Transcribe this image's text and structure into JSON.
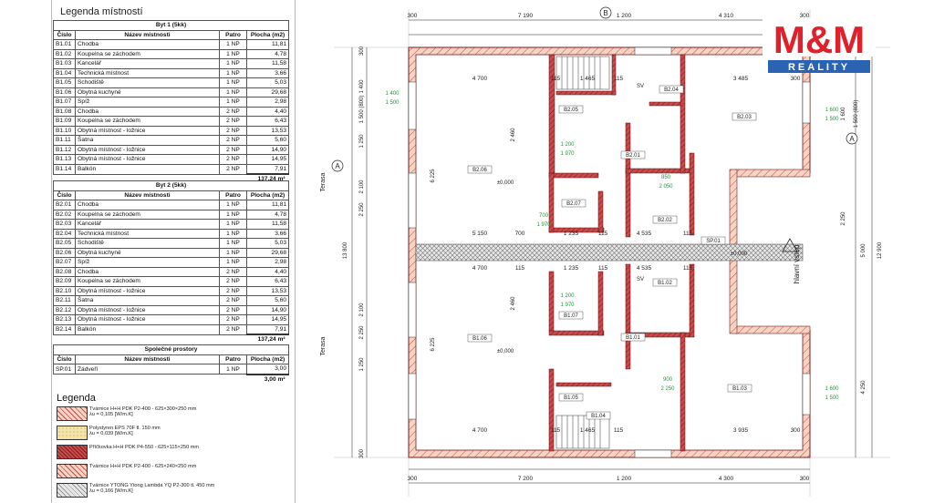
{
  "byt1": {
    "section_title": "Legenda místností",
    "caption": "Byt 1 (5kk)",
    "headers": [
      "Číslo",
      "Název místnosti",
      "Patro",
      "Plocha (m2)"
    ],
    "rows": [
      [
        "B1.01",
        "Chodba",
        "1 NP",
        "11,81"
      ],
      [
        "B1.02",
        "Koupelna se záchodem",
        "1 NP",
        "4,78"
      ],
      [
        "B1.03",
        "Kancelář",
        "1 NP",
        "11,58"
      ],
      [
        "B1.04",
        "Technická místnost",
        "1 NP",
        "3,66"
      ],
      [
        "B1.05",
        "Schodiště",
        "1 NP",
        "5,03"
      ],
      [
        "B1.06",
        "Obytná kuchyně",
        "1 NP",
        "29,68"
      ],
      [
        "B1.07",
        "Spíž",
        "1 NP",
        "2,98"
      ],
      [
        "B1.08",
        "Chodba",
        "2 NP",
        "4,40"
      ],
      [
        "B1.09",
        "Koupelna se záchodem",
        "2 NP",
        "6,43"
      ],
      [
        "B1.10",
        "Obytná místnost - ložnice",
        "2 NP",
        "13,53"
      ],
      [
        "B1.11",
        "Šatna",
        "2 NP",
        "5,60"
      ],
      [
        "B1.12",
        "Obytná místnost - ložnice",
        "2 NP",
        "14,90"
      ],
      [
        "B1.13",
        "Obytná místnost - ložnice",
        "2 NP",
        "14,95"
      ],
      [
        "B1.14",
        "Balkón",
        "2 NP",
        "7,91"
      ]
    ],
    "total": "137,24 m²"
  },
  "byt2": {
    "caption": "Byt 2 (5kk)",
    "headers": [
      "Číslo",
      "Název místnosti",
      "Patro",
      "Plocha (m2)"
    ],
    "rows": [
      [
        "B2.01",
        "Chodba",
        "1 NP",
        "11,81"
      ],
      [
        "B2.02",
        "Koupelna se záchodem",
        "1 NP",
        "4,78"
      ],
      [
        "B2.03",
        "Kancelář",
        "1 NP",
        "11,58"
      ],
      [
        "B2.04",
        "Technická místnost",
        "1 NP",
        "3,66"
      ],
      [
        "B2.05",
        "Schodiště",
        "1 NP",
        "5,03"
      ],
      [
        "B2.06",
        "Obytná kuchyně",
        "1 NP",
        "29,68"
      ],
      [
        "B2.07",
        "Spíž",
        "1 NP",
        "2,98"
      ],
      [
        "B2.08",
        "Chodba",
        "2 NP",
        "4,40"
      ],
      [
        "B2.09",
        "Koupelna se záchodem",
        "2 NP",
        "6,43"
      ],
      [
        "B2.10",
        "Obytná místnost - ložnice",
        "2 NP",
        "13,53"
      ],
      [
        "B2.11",
        "Šatna",
        "2 NP",
        "5,60"
      ],
      [
        "B2.12",
        "Obytná místnost - ložnice",
        "2 NP",
        "14,90"
      ],
      [
        "B2.13",
        "Obytná místnost - ložnice",
        "2 NP",
        "14,95"
      ],
      [
        "B2.14",
        "Balkón",
        "2 NP",
        "7,91"
      ]
    ],
    "total": "137,24 m²"
  },
  "spolecne": {
    "caption": "Společné prostory",
    "headers": [
      "Číslo",
      "Název místnosti",
      "Patro",
      "Plocha (m2)"
    ],
    "rows": [
      [
        "SP.01",
        "Zádveří",
        "1 NP",
        "3,00"
      ]
    ],
    "total": "3,00 m²"
  },
  "legend": {
    "title": "Legenda",
    "items": [
      {
        "line1": "Tvárnice H+H PDK P2-400 - 625×300×250 mm",
        "line2": "λu = 0,105 [W/m.K]",
        "pattern": "hatch-light",
        "color": "#f3c9b4"
      },
      {
        "line1": "Polystyren EPS 70F tl. 150 mm",
        "line2": "λu = 0,039 [W/m.K]",
        "pattern": "dots",
        "color": "#f6e5a8"
      },
      {
        "line1": "Příčkovka H+H PDK P4-550 - 625×115×250 mm",
        "line2": "",
        "pattern": "hatch-dark",
        "color": "#c94a4a"
      },
      {
        "line1": "Tvárnice H+H PDK P2-400 - 625×240×250 mm",
        "line2": "",
        "pattern": "hatch-light",
        "color": "#f3c9b4"
      },
      {
        "line1": "Tvárnice YTONG Ytong Lambda YQ P2-300 tl. 450 mm",
        "line2": "λu = 0,166 [W/m.K]",
        "pattern": "cross",
        "color": "#dddddd"
      }
    ]
  },
  "plan": {
    "wall_color": "#d4504a",
    "insulation_color": "#f4e3a0",
    "dim_color": "#222222",
    "green_color": "#1a9a3a",
    "top_dims": [
      "300",
      "7 190",
      "1 200",
      "4 310",
      "300"
    ],
    "top_dims2": [
      "4 700",
      "115",
      "1 465",
      "115",
      "3 485",
      "300"
    ],
    "bottom_dims": [
      "300",
      "7 200",
      "1 200",
      "4 300",
      "300"
    ],
    "bottom_dims2": [
      "4 700",
      "115",
      "1 465",
      "115",
      "3 935",
      "300"
    ],
    "mid_dims": [
      "5 150",
      "700",
      "1 235",
      "115",
      "4 535",
      "115"
    ],
    "mid_dims2": [
      "4 700",
      "115",
      "1 235",
      "115",
      "4 535",
      "115"
    ],
    "left_dims": [
      "300",
      "1 400",
      "1 500 (800)",
      "1 250",
      "2 100",
      "2 250",
      "13 800",
      "2 100",
      "2 250",
      "1 250",
      "300"
    ],
    "right_dims": [
      "12 900",
      "5 000",
      "4 250",
      "1 600",
      "1 500 (800)",
      "2 250"
    ],
    "rooms": [
      {
        "id": "B2.06",
        "elev": "±0,000",
        "h1": "6 225",
        "h2": "2 460"
      },
      {
        "id": "B2.05"
      },
      {
        "id": "B2.04"
      },
      {
        "id": "B2.03"
      },
      {
        "id": "B2.01"
      },
      {
        "id": "B2.07"
      },
      {
        "id": "B2.02"
      },
      {
        "id": "SP.01",
        "elev": "±0,000"
      },
      {
        "id": "B1.06",
        "elev": "±0,000",
        "h1": "6 225",
        "h2": "2 460"
      },
      {
        "id": "B1.07"
      },
      {
        "id": "B1.02"
      },
      {
        "id": "B1.01"
      },
      {
        "id": "B1.05"
      },
      {
        "id": "B1.04"
      },
      {
        "id": "B1.03"
      }
    ],
    "labels": {
      "terasa_top": "Terasa",
      "terasa_bottom": "Terasa",
      "entrance": "hlavní vstup",
      "section_a": "A",
      "section_b": "B",
      "sv": "SV",
      "elev_b2": "±0,000",
      "elev_hall": "±0,000",
      "elev_b1": "±0,000"
    },
    "window_labels": [
      "1 400",
      "1 500",
      "1 200",
      "1 970",
      "850",
      "2 050",
      "1 600",
      "1 500",
      "1 200",
      "1 970",
      "700",
      "1 970",
      "900",
      "2 250",
      "1 600",
      "1 500"
    ]
  },
  "logo": {
    "mm": "M&M",
    "reality": "REALITY",
    "red": "#e0202a",
    "blue": "#2a63b4"
  }
}
